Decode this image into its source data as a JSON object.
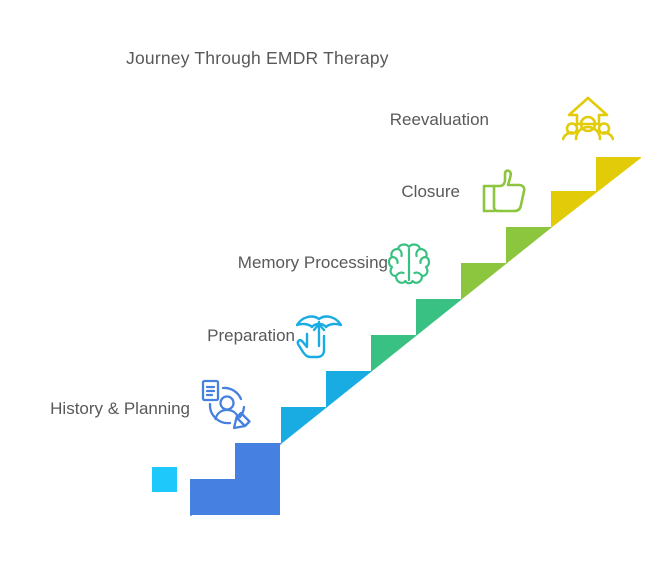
{
  "header": {
    "title": "Journey Through EMDR Therapy"
  },
  "colors": {
    "text": "#58595b",
    "seed_square": "#1EC8FA",
    "stage_1": "#4680E0",
    "stage_2": "#19ACE3",
    "stage_3": "#38C183",
    "stage_4": "#8CC63F",
    "stage_5": "#E2CC0A",
    "background": "#FFFFFF"
  },
  "chart_data": {
    "type": "bar",
    "title": "Journey Through EMDR Therapy",
    "xlabel": "",
    "ylabel": "",
    "categories": [
      "History & Planning",
      "Preparation",
      "Memory Processing",
      "Closure",
      "Reevaluation"
    ],
    "values": [
      1,
      2,
      3,
      4,
      5
    ],
    "ylim": [
      0,
      5
    ],
    "grid": false,
    "legend": "none",
    "annotations": [
      "Ascending staircase of 5 stages, each rendered as a two-tread step block",
      "Colour ramp runs blue to yellow from bottom-left to top-right"
    ]
  },
  "stages": [
    {
      "id": "history-planning",
      "label": "History & Planning",
      "color": "#4680E0",
      "icon": "person-document-pencil-icon",
      "order": 1
    },
    {
      "id": "preparation",
      "label": "Preparation",
      "color": "#19ACE3",
      "icon": "hand-umbrella-icon",
      "order": 2
    },
    {
      "id": "memory-processing",
      "label": "Memory Processing",
      "color": "#38C183",
      "icon": "brain-icon",
      "order": 3
    },
    {
      "id": "closure",
      "label": "Closure",
      "color": "#8CC63F",
      "icon": "thumbs-up-icon",
      "order": 4
    },
    {
      "id": "reevaluation",
      "label": "Reevaluation",
      "color": "#E2CC0A",
      "icon": "group-arrow-up-icon",
      "order": 5
    }
  ]
}
